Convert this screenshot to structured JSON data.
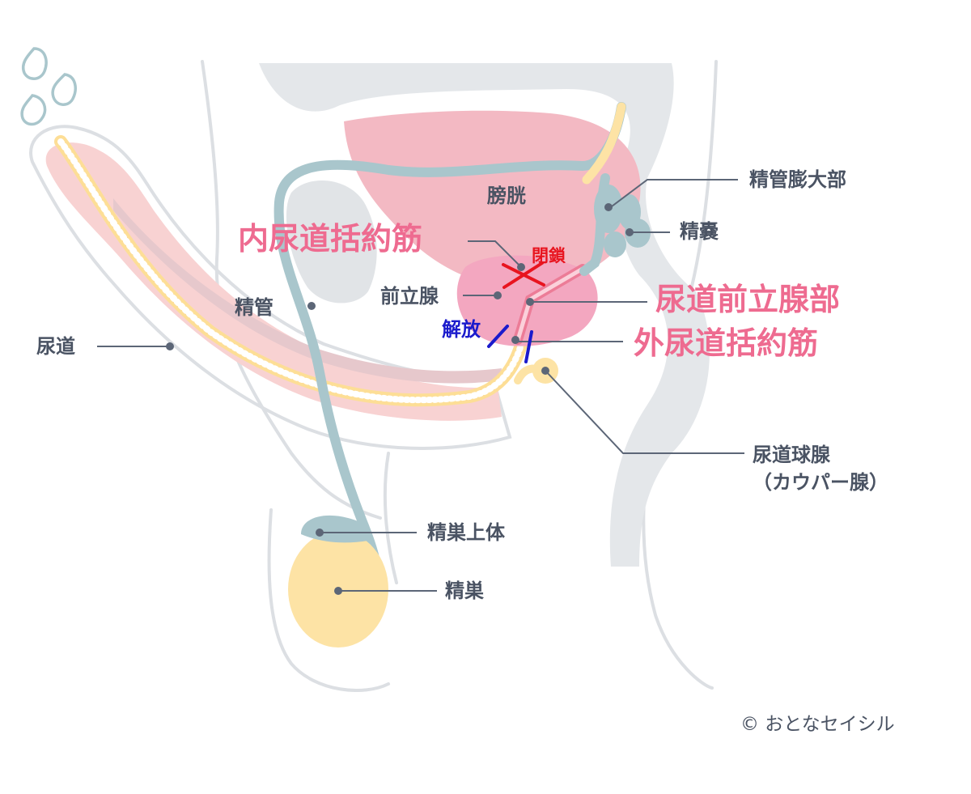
{
  "colors": {
    "outline": "#dcdfe3",
    "organ_gray": "#d9dde1",
    "bladder": "#f3b9c3",
    "prostate": "#f3a7c0",
    "shaft": "#f8d2d2",
    "vas": "#a9c6cc",
    "testis": "#fde3a5",
    "urethra_yellow": "#fdde96",
    "leader": "#5c6677",
    "label_gray": "#4a5363",
    "label_pink": "#ee6b90",
    "mark_red": "#e8141f",
    "mark_blue": "#1b1bcc"
  },
  "labels": {
    "bladder": "膀胱",
    "internal_sphincter": "内尿道括約筋",
    "closed": "閉鎖",
    "prostate": "前立腺",
    "vas_deferens": "精管",
    "urethra": "尿道",
    "released": "解放",
    "ampulla": "精管膨大部",
    "seminal_vesicle": "精嚢",
    "prostatic_urethra": "尿道前立腺部",
    "external_sphincter": "外尿道括約筋",
    "bulbourethral_gland": "尿道球腺\n（カウパー腺）",
    "epididymis": "精巣上体",
    "testis": "精巣",
    "credit": "© おとなセイシル"
  },
  "icons": {
    "closed_mark": "x-mark",
    "released_mark": "parallel-slash-marks",
    "droplets": "fluid-droplet"
  }
}
